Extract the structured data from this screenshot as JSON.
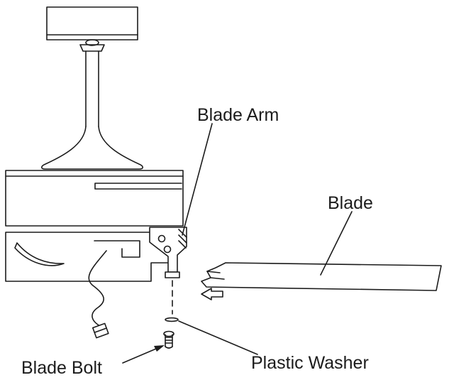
{
  "diagram": {
    "type": "exploded-parts-diagram",
    "subject": "ceiling-fan-blade-installation",
    "labels": {
      "blade_arm": "Blade Arm",
      "blade": "Blade",
      "blade_bolt": "Blade Bolt",
      "plastic_washer": "Plastic Washer"
    },
    "icons": {
      "insert_arrow": "left-pointing outline arrow showing blade insert direction"
    },
    "colors": {
      "line": "#1c1c1c",
      "background": "#ffffff"
    }
  }
}
